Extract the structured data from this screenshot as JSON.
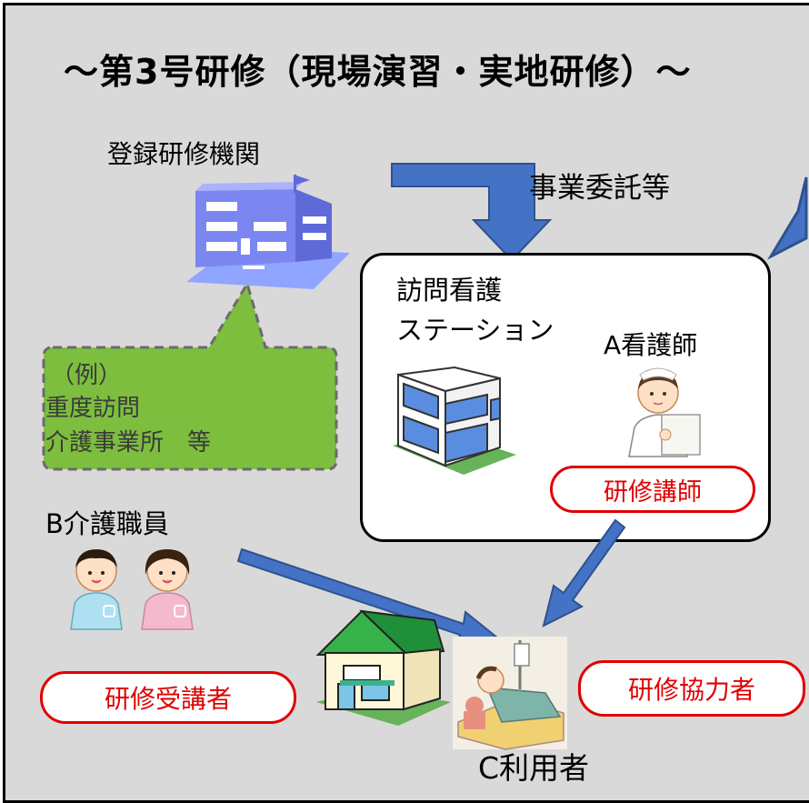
{
  "title": "～第3号研修（現場演習・実地研修）～",
  "registered_institution": "登録研修機関",
  "outsourcing": "事業委託等",
  "station": {
    "name_line1": "訪問看護",
    "name_line2": "ステーション",
    "nurse": "A看護師",
    "instructor_role": "研修講師"
  },
  "example_callout": {
    "line1": "（例）",
    "line2": "重度訪問",
    "line3": "介護事業所　等"
  },
  "care_worker": "B介護職員",
  "trainee_role": "研修受講者",
  "cooperator_role": "研修協力者",
  "user": "C利用者",
  "colors": {
    "arrow_blue": "#4472c4",
    "callout_green": "#7dbe3f",
    "pill_red": "#e00000",
    "background_gray": "#d9d9d9"
  }
}
